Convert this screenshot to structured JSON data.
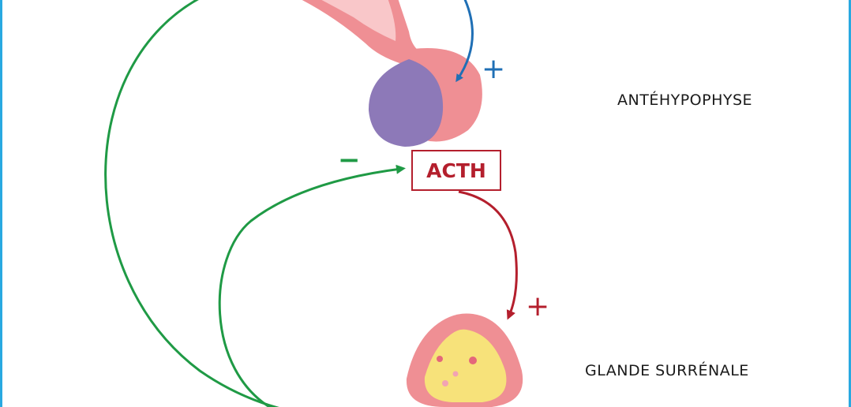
{
  "labels": {
    "antehypophyse": "ANTÉHYPOPHYSE",
    "glande_surrenale": "GLANDE SURRÉNALE",
    "hormone": "ACTH"
  },
  "signs": {
    "stimulation_top": "+",
    "inhibition": "−",
    "stimulation_bottom": "+"
  },
  "colors": {
    "frame": "#29a9e1",
    "stimulation_blue": "#1f6fb5",
    "feedback_green": "#1f9a45",
    "acth_red": "#b41f2d",
    "pituitary_pink": "#ef8f94",
    "posterior_purple": "#8d79b8",
    "adrenal_core": "#f7e27a"
  }
}
